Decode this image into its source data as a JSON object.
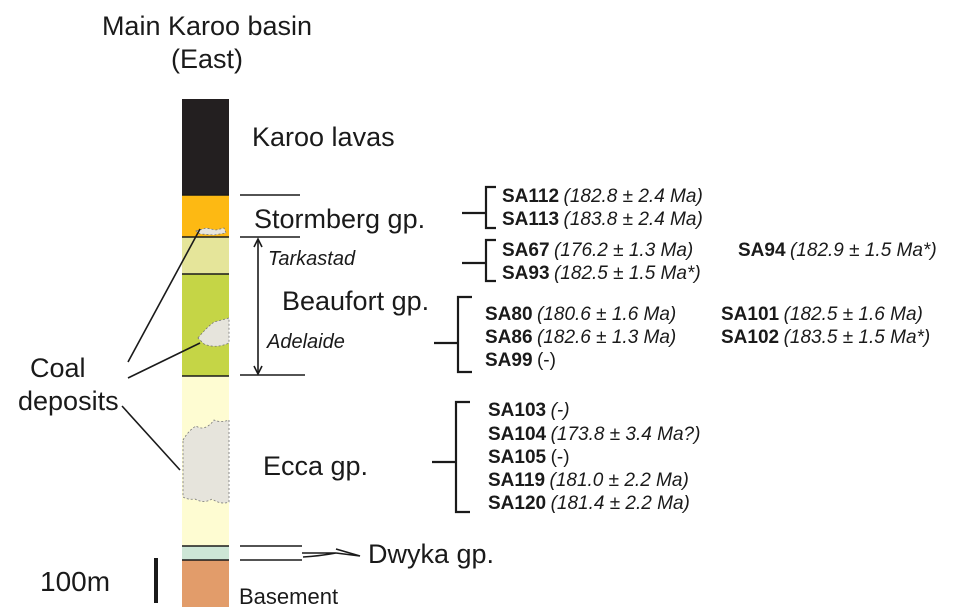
{
  "title_line1": "Main Karoo basin",
  "title_line2": "(East)",
  "units": {
    "karoo_lavas": "Karoo lavas",
    "stormberg": "Stormberg gp.",
    "tarkastad": "Tarkastad",
    "beaufort": "Beaufort gp.",
    "adelaide": "Adelaide",
    "ecca": "Ecca gp.",
    "dwyka": "Dwyka gp.",
    "basement": "Basement"
  },
  "coal_label_line1": "Coal",
  "coal_label_line2": "deposits",
  "scale_label": "100m",
  "colors": {
    "karoo_lavas": "#231f20",
    "stormberg": "#fdb913",
    "tarkastad": "#e5e59a",
    "adelaide": "#c5d546",
    "ecca": "#fefcd2",
    "dwyka": "#cde6d6",
    "basement": "#e29c6a",
    "coal": "#e6e4dc"
  },
  "samples": {
    "stormberg": [
      {
        "id": "SA112",
        "age": "(182.8 ± 2.4 Ma)"
      },
      {
        "id": "SA113",
        "age": "(183.8 ± 2.4 Ma)"
      }
    ],
    "tarkastad": [
      {
        "id": "SA67",
        "age": "(176.2 ± 1.3 Ma)"
      },
      {
        "id": "SA94",
        "age": "(182.9 ± 1.5 Ma*)"
      },
      {
        "id": "SA93",
        "age": "(182.5 ± 1.5 Ma*)"
      }
    ],
    "adelaide": [
      {
        "id": "SA80",
        "age": "(180.6 ± 1.6 Ma)"
      },
      {
        "id": "SA101",
        "age": "(182.5 ± 1.6 Ma)"
      },
      {
        "id": "SA86",
        "age": "(182.6 ± 1.3 Ma)"
      },
      {
        "id": "SA102",
        "age": "(183.5 ± 1.5 Ma*)"
      },
      {
        "id": "SA99",
        "age": "(-)"
      }
    ],
    "ecca": [
      {
        "id": "SA103",
        "age": "(-)"
      },
      {
        "id": "SA104",
        "age": "(173.8 ± 3.4 Ma?)"
      },
      {
        "id": "SA105",
        "age": "(-)"
      },
      {
        "id": "SA119",
        "age": "(181.0 ± 2.2 Ma)"
      },
      {
        "id": "SA120",
        "age": "(181.4 ± 2.2 Ma)"
      }
    ]
  }
}
